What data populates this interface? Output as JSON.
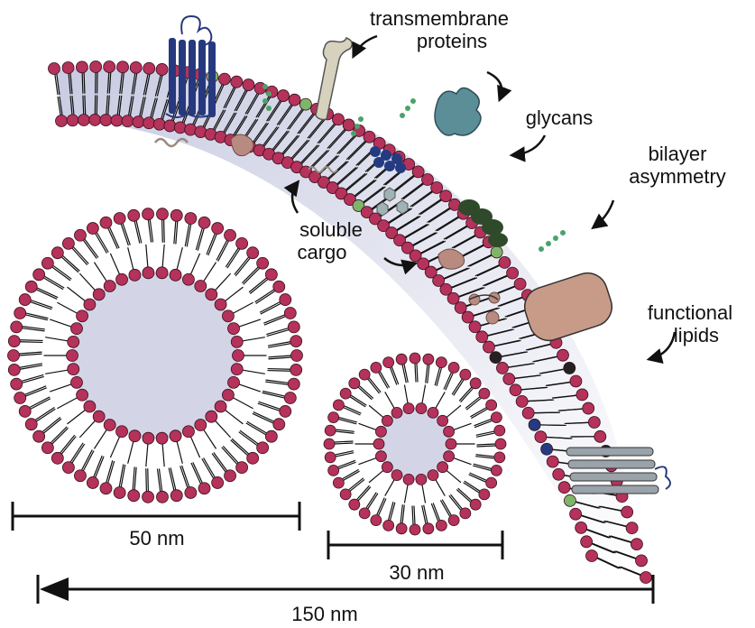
{
  "labels": {
    "transmembrane_line1": "transmembrane",
    "transmembrane_line2": "proteins",
    "glycans": "glycans",
    "bilayer_line1": "bilayer",
    "bilayer_line2": "asymmetry",
    "soluble_line1": "soluble",
    "soluble_line2": "cargo",
    "functional_line1": "functional",
    "functional_line2": "lipids"
  },
  "scale_bars": {
    "large_vesicle": "50 nm",
    "small_vesicle": "30 nm",
    "membrane_segment": "150 nm"
  },
  "colors": {
    "lipid_head": "#b5325a",
    "lumen": "#d3d5e6",
    "receptor_7tm": "#27397e",
    "glycoprotein": "#d6d2be",
    "teal_protein": "#5c8e98",
    "channel_protein": "#c89a88",
    "gray_protein": "#9aa2aa",
    "raft_lipid": "#2f4a2a",
    "functional_green": "#7fb56a",
    "functional_navy": "#243b82",
    "functional_black": "#222222",
    "glycan_green": "#4aa36a"
  },
  "icons": [
    "arrow-icon",
    "scale-bar-arrow-icon"
  ]
}
